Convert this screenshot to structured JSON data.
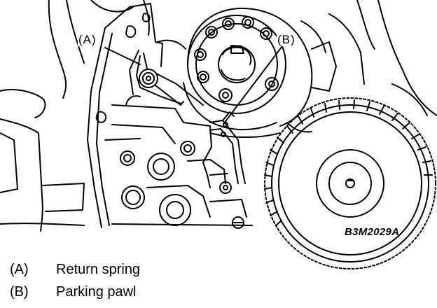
{
  "figure": {
    "code": "B3M2029A",
    "callouts": [
      {
        "key": "(A)"
      },
      {
        "key": "(B)"
      }
    ]
  },
  "legend": [
    {
      "key": "(A)",
      "text": "Return spring"
    },
    {
      "key": "(B)",
      "text": "Parking pawl"
    }
  ],
  "colors": {
    "line": "#000000",
    "background": "#ffffff"
  }
}
